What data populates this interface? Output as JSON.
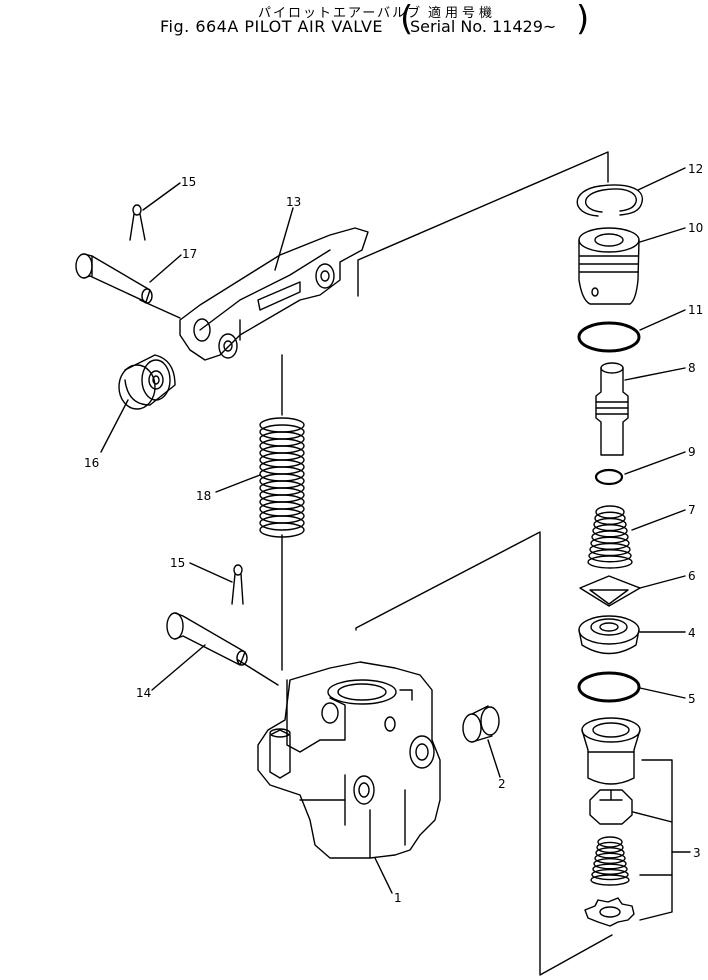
{
  "header": {
    "title_jp": "パイロットエアーバルブ",
    "title_jp_applic": "適用号機",
    "title_en": "Fig. 664A  PILOT  AIR  VALVE",
    "serial": "Serial  No. 11429~"
  },
  "labels": {
    "p1": "1",
    "p2": "2",
    "p3": "3",
    "p4": "4",
    "p5": "5",
    "p6": "6",
    "p7": "7",
    "p8": "8",
    "p9": "9",
    "p10": "10",
    "p11": "11",
    "p12": "12",
    "p13": "13",
    "p14": "14",
    "p15a": "15",
    "p15b": "15",
    "p16": "16",
    "p17": "17",
    "p18": "18"
  }
}
